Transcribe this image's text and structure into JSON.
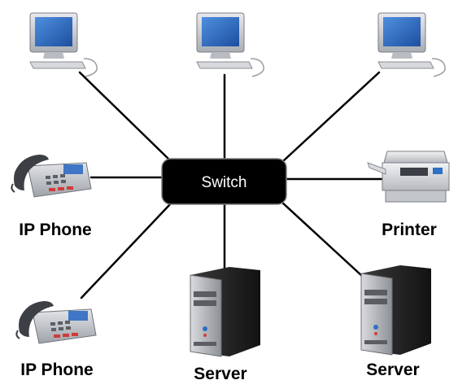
{
  "switch": {
    "label": "Switch"
  },
  "nodes": [
    {
      "id": "computer-1",
      "type": "computer",
      "label": ""
    },
    {
      "id": "computer-2",
      "type": "computer",
      "label": ""
    },
    {
      "id": "computer-3",
      "type": "computer",
      "label": ""
    },
    {
      "id": "ip-phone-1",
      "type": "ip-phone",
      "label": "IP Phone"
    },
    {
      "id": "printer",
      "type": "printer",
      "label": "Printer"
    },
    {
      "id": "ip-phone-2",
      "type": "ip-phone",
      "label": "IP Phone"
    },
    {
      "id": "server-1",
      "type": "server",
      "label": "Server"
    },
    {
      "id": "server-2",
      "type": "server",
      "label": "Server"
    }
  ],
  "colors": {
    "switch_fill": "#000000",
    "switch_border": "#7f7f7f",
    "link": "#000000",
    "screen": "#2f6fc4",
    "device_body": "#c9ccd1",
    "server_body": "#2b2b2b",
    "label": "#000000"
  }
}
